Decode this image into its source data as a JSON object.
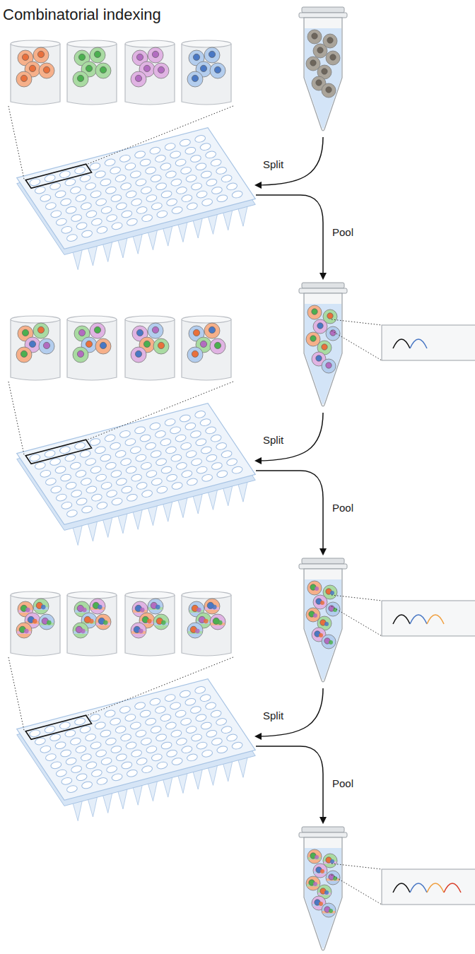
{
  "diagram": {
    "title": "Combinatorial indexing",
    "labels": [
      "Split",
      "Pool",
      "Split",
      "Pool",
      "Split",
      "Pool"
    ]
  }
}
